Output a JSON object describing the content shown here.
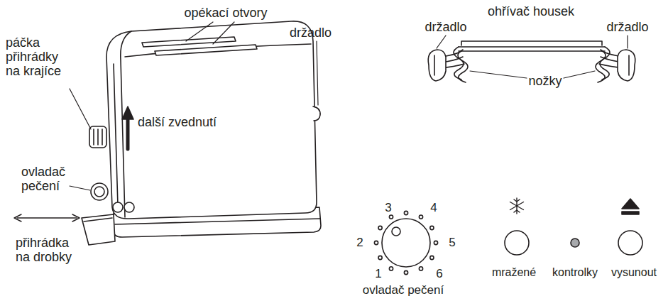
{
  "diagram": {
    "labels": [
      "opékací otvory",
      "páčka přihrádky na krajíce",
      "další zvednutí",
      "ovladač pečení",
      "přihrádka na drobky",
      "držadlo",
      "ohřívač housek",
      "držadlo",
      "držadlo",
      "nožky",
      "3",
      "4",
      "2",
      "5",
      "1",
      "6",
      "ovladač pečení",
      "mražené",
      "kontrolky",
      "vysunout"
    ]
  }
}
